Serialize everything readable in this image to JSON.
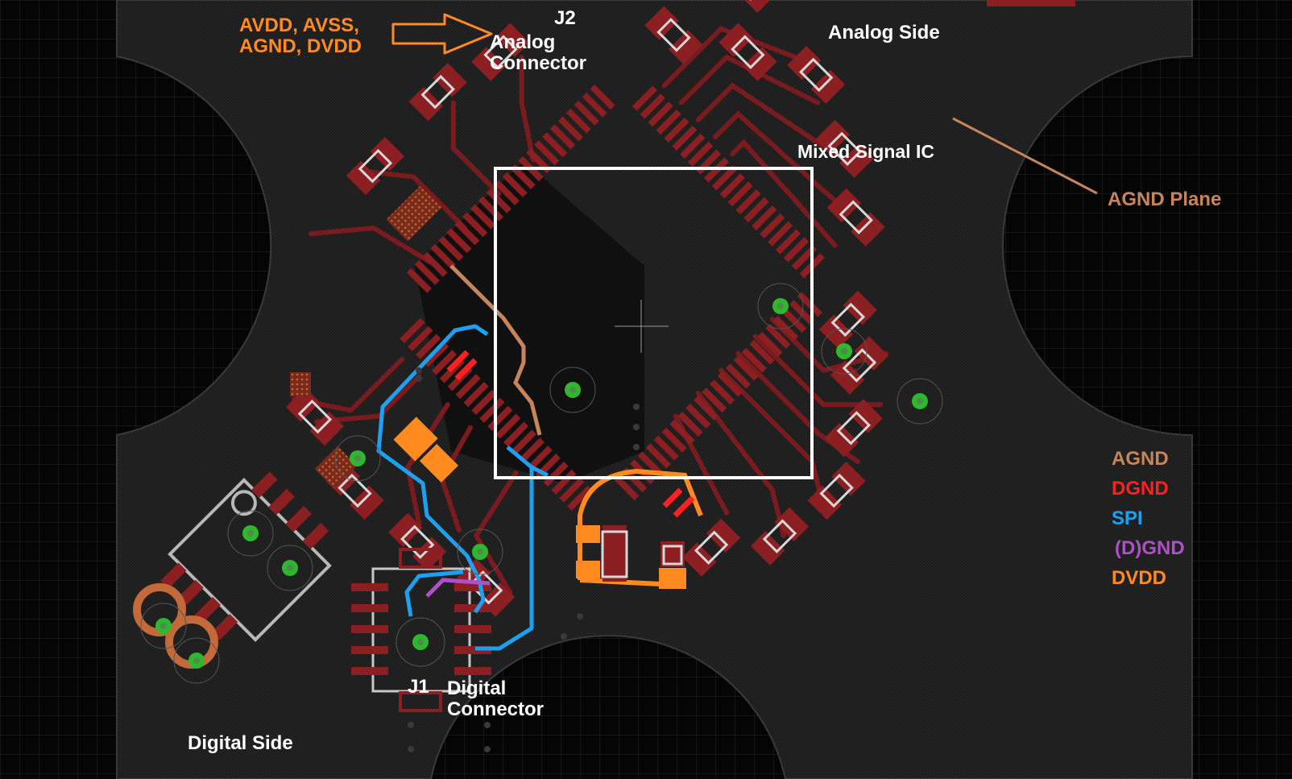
{
  "annotations": {
    "power_nets": [
      "AVDD, AVSS,",
      "AGND, DVDD"
    ],
    "j2_ref": "J2",
    "j2_name": [
      "Analog",
      "Connector"
    ],
    "analog_side": "Analog Side",
    "ic_label": "Mixed Signal IC",
    "agnd_plane": "AGND Plane",
    "j1_ref": "J1",
    "j1_name": [
      "Digital",
      "Connector"
    ],
    "digital_side": "Digital Side"
  },
  "legend": [
    {
      "label": "AGND",
      "color": "#c8845a"
    },
    {
      "label": "DGND",
      "color": "#ff2020"
    },
    {
      "label": "SPI",
      "color": "#1ea0f0"
    },
    {
      "label": "(D)GND",
      "color": "#b050c8"
    },
    {
      "label": "DVDD",
      "color": "#ff8a20"
    }
  ],
  "colors": {
    "background": "#000000",
    "board": "#1c1c1c",
    "pad": "#8b1f22",
    "trace": "#7a1c1f",
    "silkscreen": "#d0d0d0",
    "via": "#2eb82e",
    "annotation_orange": "#ff8a20",
    "agnd_pointer": "#c8845a"
  }
}
